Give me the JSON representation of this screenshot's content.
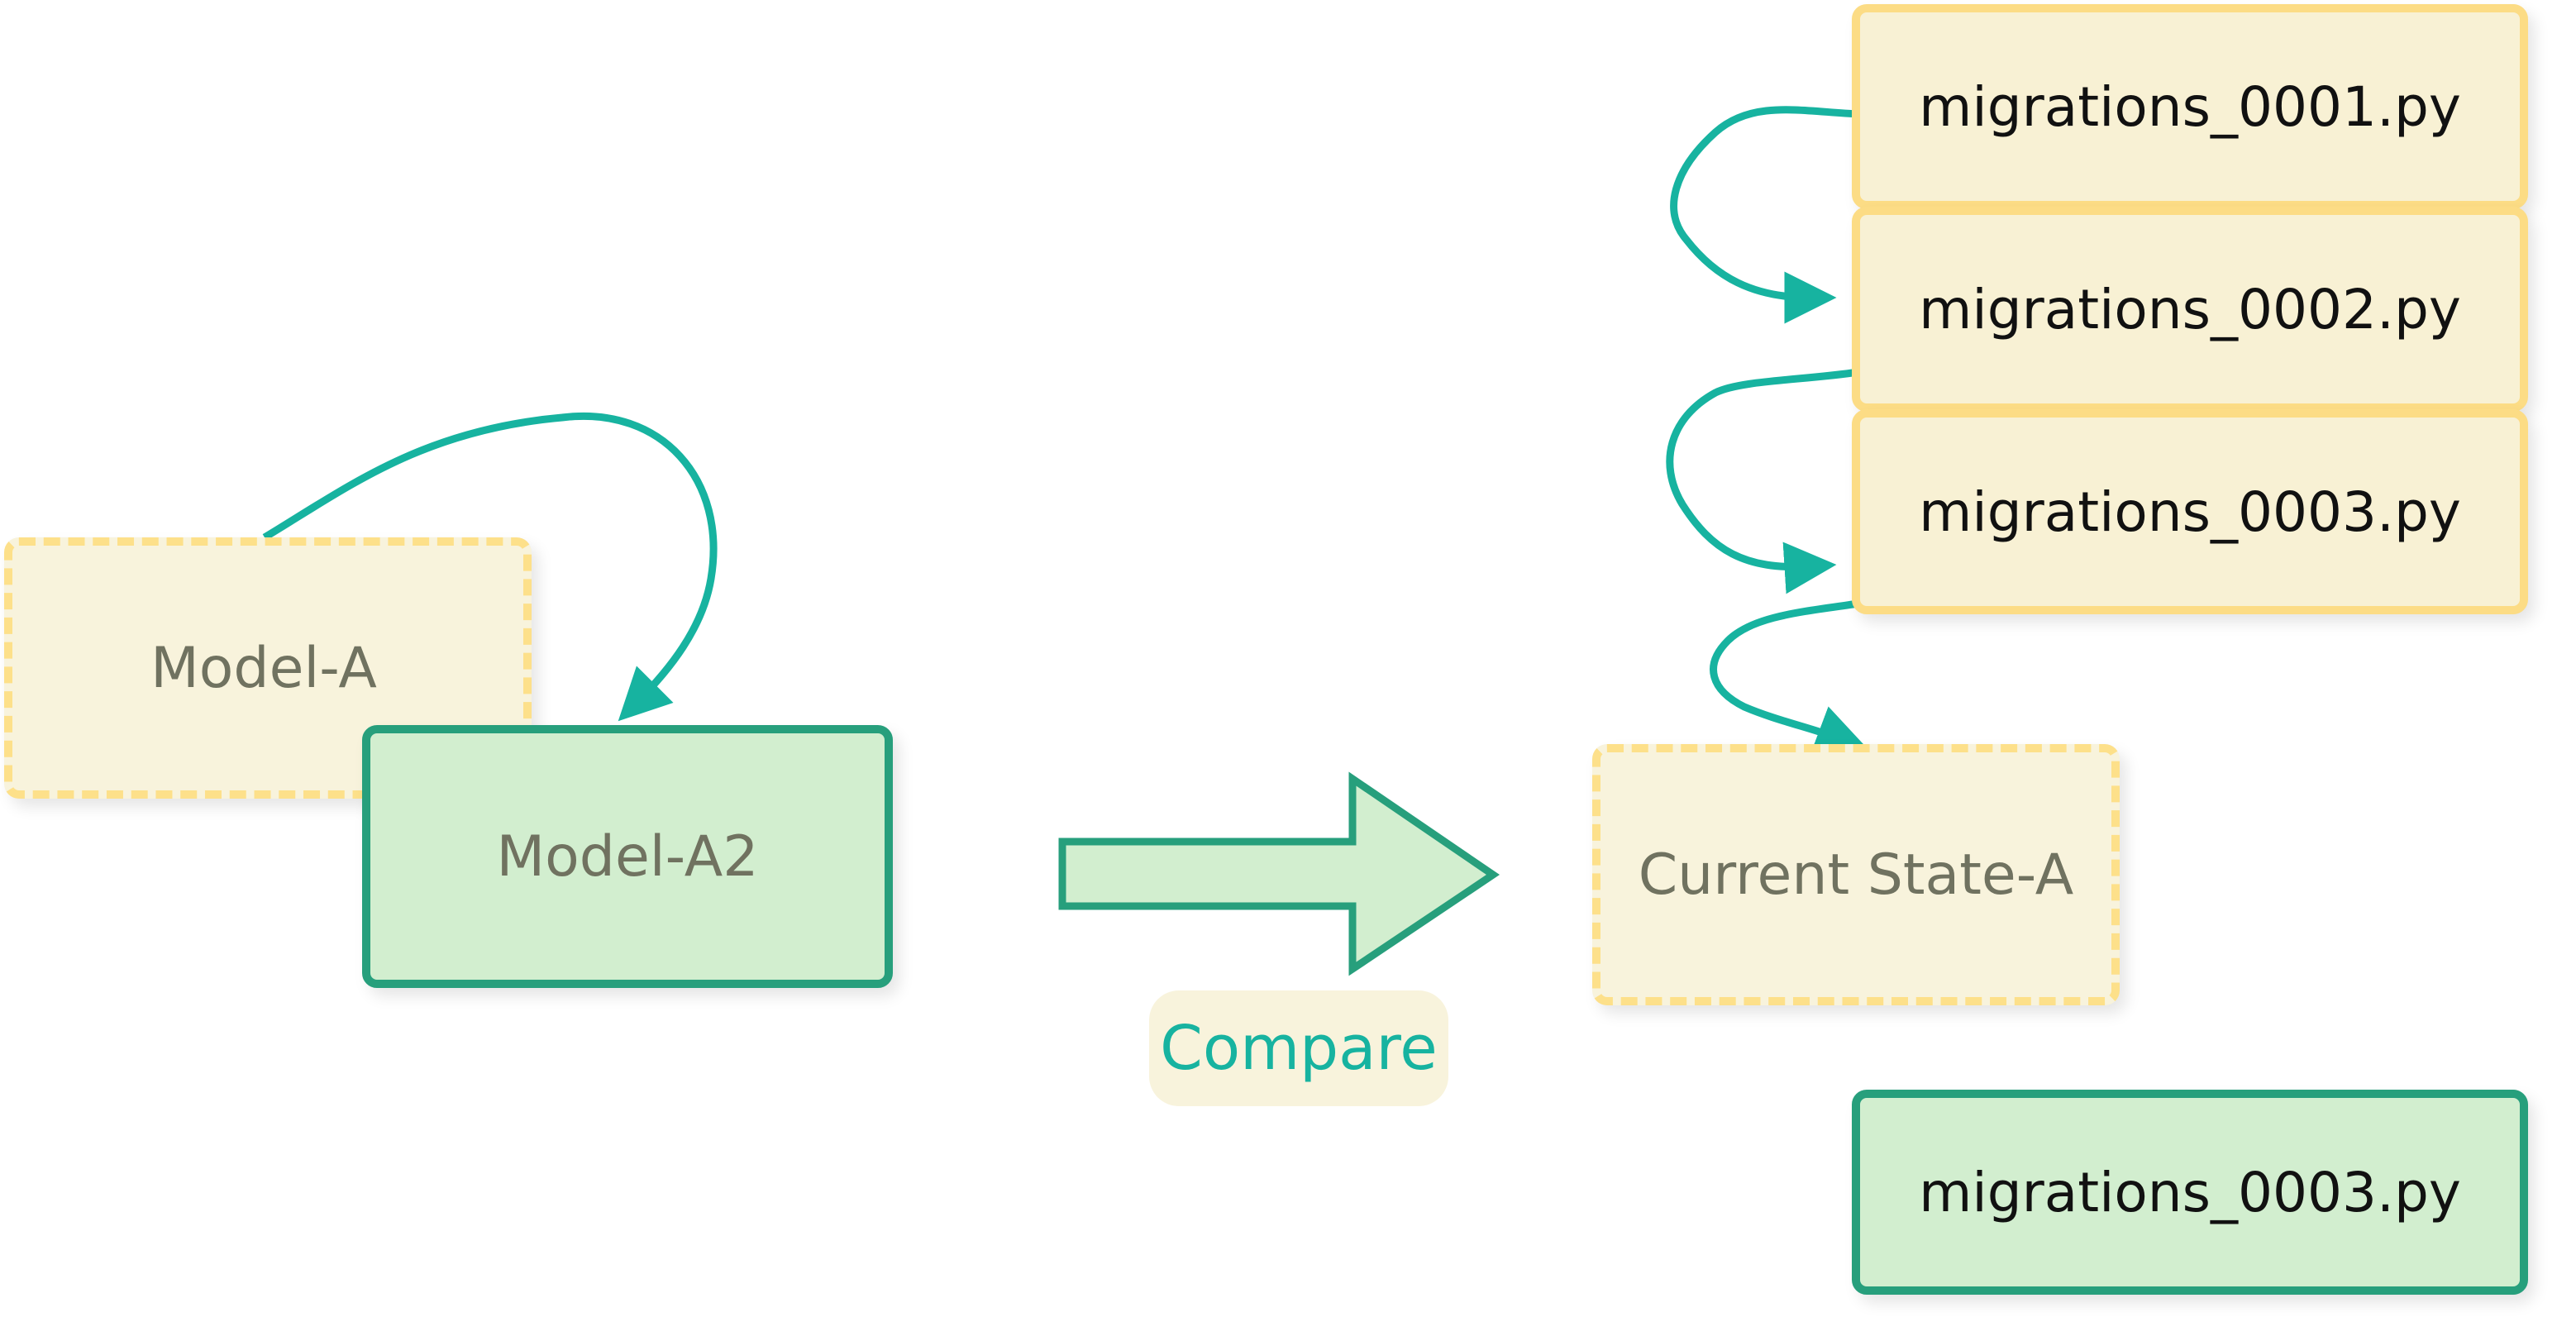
{
  "nodes": {
    "model_a": "Model-A",
    "model_a2": "Model-A2",
    "current_state": "Current State-A",
    "migrations": [
      "migrations_0001.py",
      "migrations_0002.py",
      "migrations_0003.py"
    ],
    "new_migration": "migrations_0003.py"
  },
  "compare_label": "Compare",
  "colors": {
    "arrow_teal": "#17b3a0",
    "yellow_fill": "#f8f3dc",
    "yellow_border": "#fde08a",
    "green_fill": "#d2eecf",
    "green_border": "#279f7c"
  }
}
